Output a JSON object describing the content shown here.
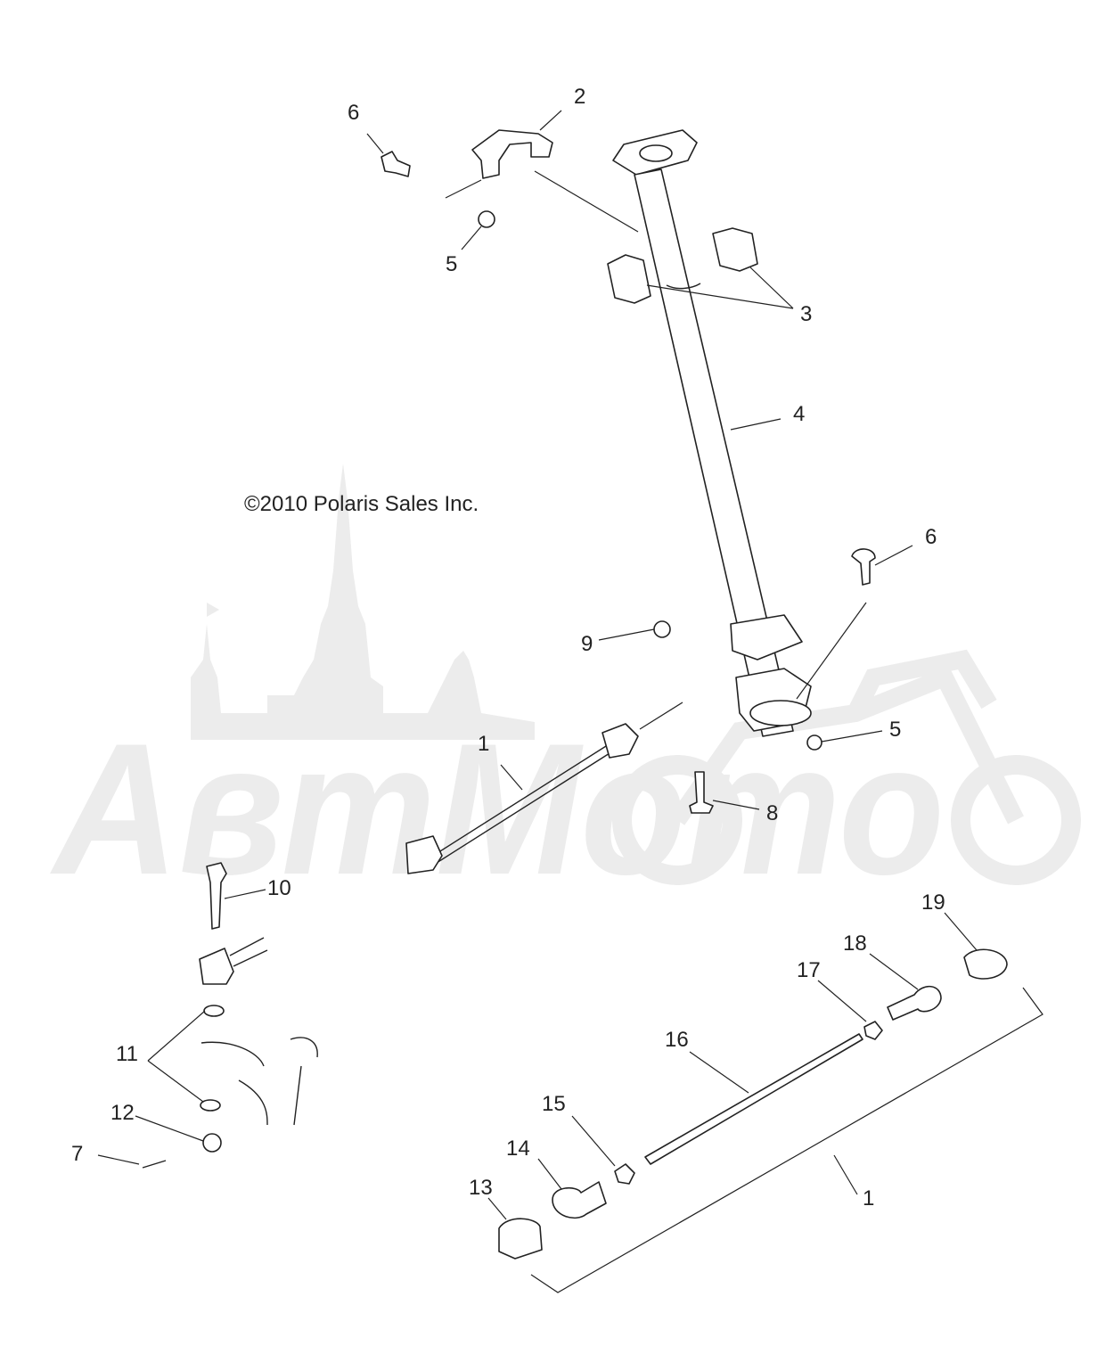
{
  "copyright": "©2010 Polaris Sales Inc.",
  "watermark": {
    "text": "АвтМото",
    "color": "#ececec"
  },
  "callouts": [
    {
      "id": "c2",
      "label": "2"
    },
    {
      "id": "c6a",
      "label": "6"
    },
    {
      "id": "c5a",
      "label": "5"
    },
    {
      "id": "c3",
      "label": "3"
    },
    {
      "id": "c4",
      "label": "4"
    },
    {
      "id": "c6b",
      "label": "6"
    },
    {
      "id": "c9",
      "label": "9"
    },
    {
      "id": "c5b",
      "label": "5"
    },
    {
      "id": "c1a",
      "label": "1"
    },
    {
      "id": "c8",
      "label": "8"
    },
    {
      "id": "c10",
      "label": "10"
    },
    {
      "id": "c19",
      "label": "19"
    },
    {
      "id": "c18",
      "label": "18"
    },
    {
      "id": "c17",
      "label": "17"
    },
    {
      "id": "c16",
      "label": "16"
    },
    {
      "id": "c11",
      "label": "11"
    },
    {
      "id": "c12",
      "label": "12"
    },
    {
      "id": "c15",
      "label": "15"
    },
    {
      "id": "c7",
      "label": "7"
    },
    {
      "id": "c14",
      "label": "14"
    },
    {
      "id": "c13",
      "label": "13"
    },
    {
      "id": "c1b",
      "label": "1"
    }
  ]
}
